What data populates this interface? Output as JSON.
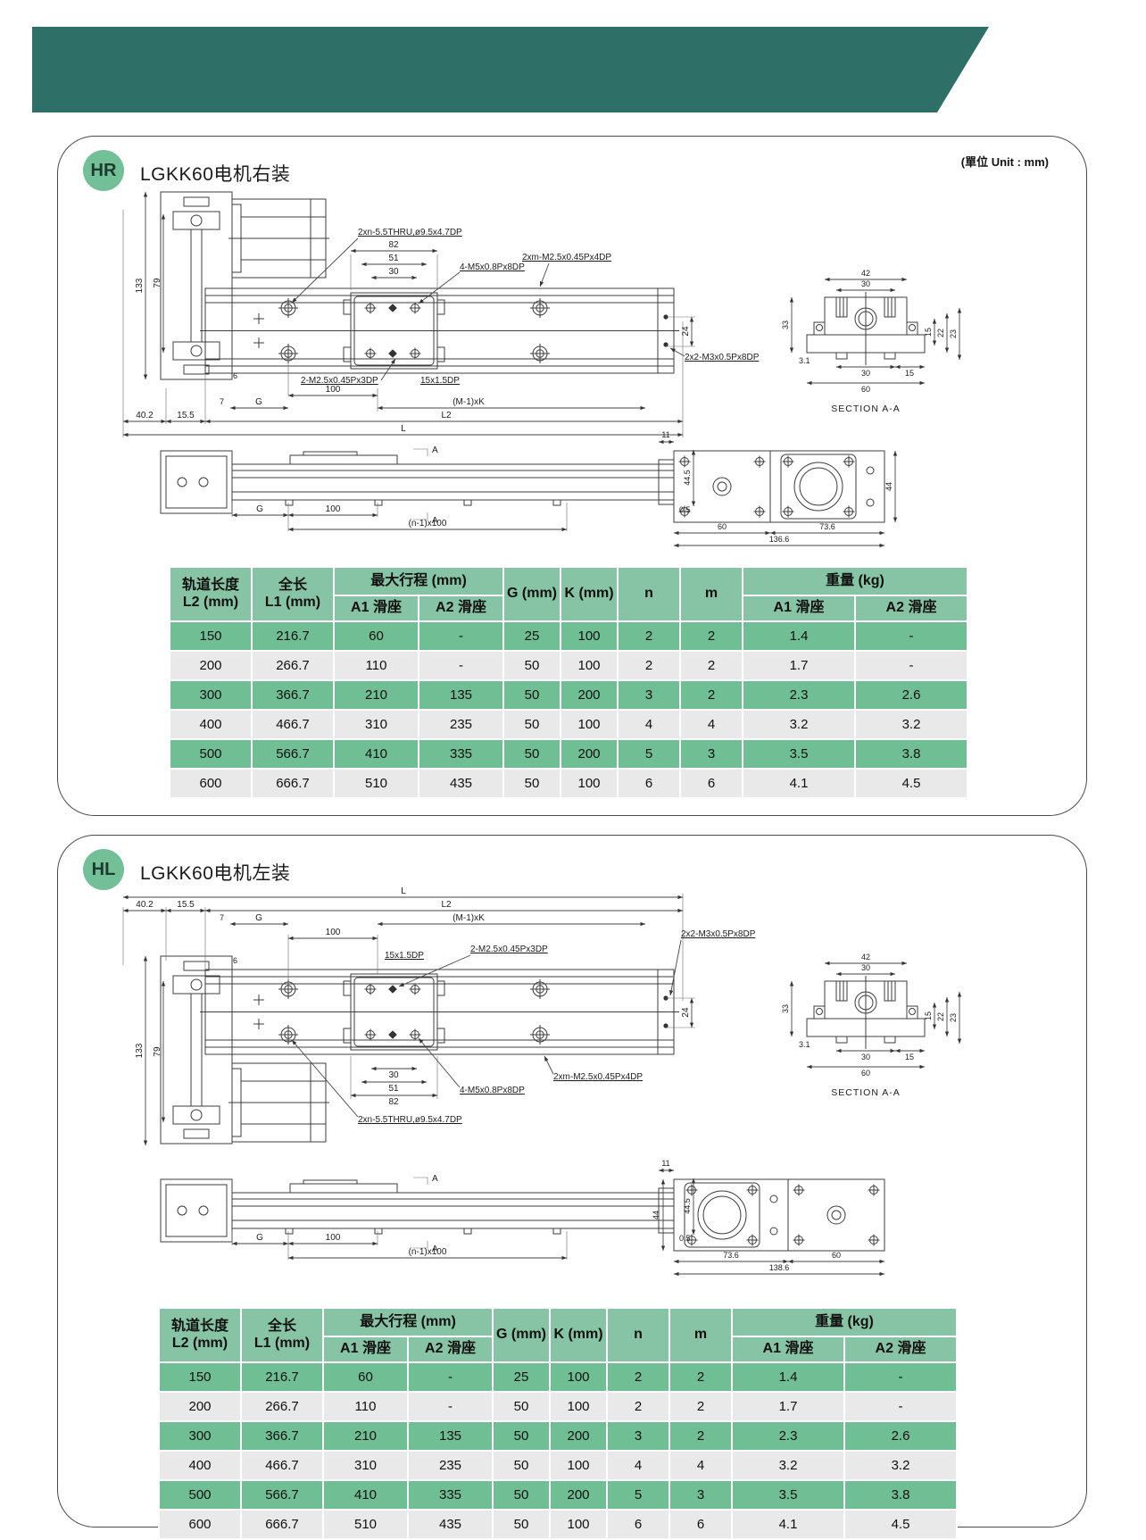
{
  "page": {
    "unit_note": "(單位 Unit : mm)"
  },
  "panels": [
    {
      "badge": "HR",
      "title": "LGKK60电机右装"
    },
    {
      "badge": "HL",
      "title": "LGKK60电机左装"
    }
  ],
  "colors": {
    "banner_teal": "#2e6f68",
    "badge_green": "#73bf98",
    "header_green": "#87c4a5",
    "row_green": "#70be94",
    "row_gray": "#e9e9e9"
  },
  "table": {
    "header": {
      "col_l2": "轨道长度\nL2 (mm)",
      "col_l1": "全长\nL1 (mm)",
      "group_stroke": "最大行程 (mm)",
      "col_a1": "A1 滑座",
      "col_a2": "A2 滑座",
      "col_g": "G (mm)",
      "col_k": "K (mm)",
      "col_n": "n",
      "col_m": "m",
      "group_weight": "重量 (kg)",
      "col_wa1": "A1 滑座",
      "col_wa2": "A2 滑座"
    },
    "rows": [
      [
        "150",
        "216.7",
        "60",
        "-",
        "25",
        "100",
        "2",
        "2",
        "1.4",
        "-"
      ],
      [
        "200",
        "266.7",
        "110",
        "-",
        "50",
        "100",
        "2",
        "2",
        "1.7",
        "-"
      ],
      [
        "300",
        "366.7",
        "210",
        "135",
        "50",
        "200",
        "3",
        "2",
        "2.3",
        "2.6"
      ],
      [
        "400",
        "466.7",
        "310",
        "235",
        "50",
        "100",
        "4",
        "4",
        "3.2",
        "3.2"
      ],
      [
        "500",
        "566.7",
        "410",
        "335",
        "50",
        "200",
        "5",
        "3",
        "3.5",
        "3.8"
      ],
      [
        "600",
        "666.7",
        "510",
        "435",
        "50",
        "100",
        "6",
        "6",
        "4.1",
        "4.5"
      ]
    ]
  },
  "anno": {
    "thru": "2xn-5.5THRU,ø9.5x4.7DP",
    "m5": "4-M5x0.8Px8DP",
    "m25_4": "2xm-M2.5x0.45Px4DP",
    "m3": "2x2-M3x0.5Px8DP",
    "m25_3": "2-M2.5x0.45Px3DP",
    "dp15": "15x1.5DP",
    "d100": "100",
    "mk": "(M-1)xK",
    "n100": "(n-1)x100",
    "g": "G",
    "l": "L",
    "l2": "L2",
    "a": "A",
    "d82": "82",
    "d51": "51",
    "d30": "30",
    "d24": "24",
    "d6": "6",
    "d7": "7",
    "d402": "40.2",
    "d155": "15.5",
    "d133": "133",
    "d79": "79",
    "d11": "11",
    "d445": "44.5",
    "d05": "0.5",
    "s42": "42",
    "s30": "30",
    "s33": "33",
    "s31": "3.1",
    "s15": "15",
    "s22": "22",
    "s23": "23",
    "s60": "60",
    "section": "SECTION A-A",
    "p60": "60",
    "p736": "73.6",
    "p1366": "136.6",
    "p1386": "138.6",
    "p44": "44"
  }
}
